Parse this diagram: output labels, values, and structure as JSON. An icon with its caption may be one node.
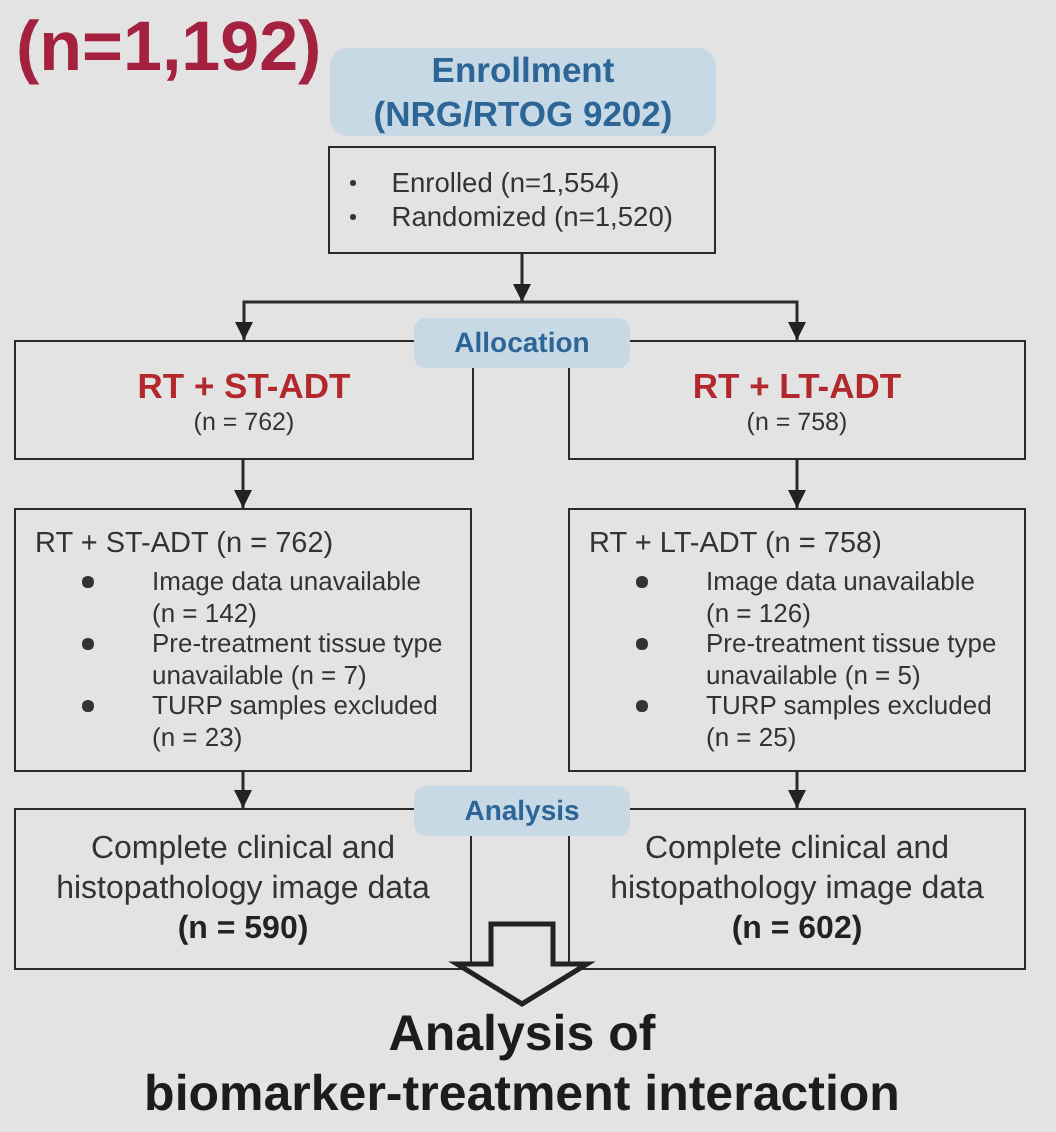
{
  "diagram": {
    "nodes": [
      {
        "text": [
          "Enrollment",
          "(NRG/RTOG 9202)"
        ]
      },
      {
        "text": [
          "Enrolled (n=1,554)",
          "Randomized (n=1,520)"
        ]
      },
      {
        "text": [
          "Allocation"
        ]
      },
      {
        "text": [
          "RT + ST-ADT",
          "(n = 762)"
        ]
      },
      {
        "text": [
          "RT + LT-ADT",
          "(n = 758)"
        ]
      },
      {
        "text": [
          "RT + ST-ADT (n = 762)",
          "Image data unavailable (n = 142)",
          "Pre-treatment tissue type unavailable (n = 7)",
          "TURP samples excluded (n = 23)"
        ]
      },
      {
        "text": [
          "RT + LT-ADT (n = 758)",
          "Image data unavailable (n = 126)",
          "Pre-treatment tissue type unavailable (n = 5)",
          "TURP samples excluded (n = 25)"
        ]
      },
      {
        "text": [
          "Analysis"
        ]
      },
      {
        "text": [
          "Complete clinical and histopathology image data",
          "(n = 590)"
        ]
      },
      {
        "text": [
          "Complete clinical and histopathology image data",
          "(n = 602)"
        ]
      },
      {
        "text": [
          "Analysis of biomarker-treatment interaction"
        ]
      }
    ],
    "edges": [
      {
        "from": 1,
        "to": 3,
        "arrow": "to"
      },
      {
        "from": 1,
        "to": 4,
        "arrow": "to"
      },
      {
        "from": 3,
        "to": 5,
        "arrow": "to"
      },
      {
        "from": 4,
        "to": 6,
        "arrow": "to"
      },
      {
        "from": 5,
        "to": 8,
        "arrow": "to"
      },
      {
        "from": 6,
        "to": 9,
        "arrow": "to"
      },
      {
        "from": null,
        "to": 10,
        "arrow": "to",
        "style": "thick"
      }
    ],
    "labels": [
      "(n=1,192)"
    ]
  }
}
